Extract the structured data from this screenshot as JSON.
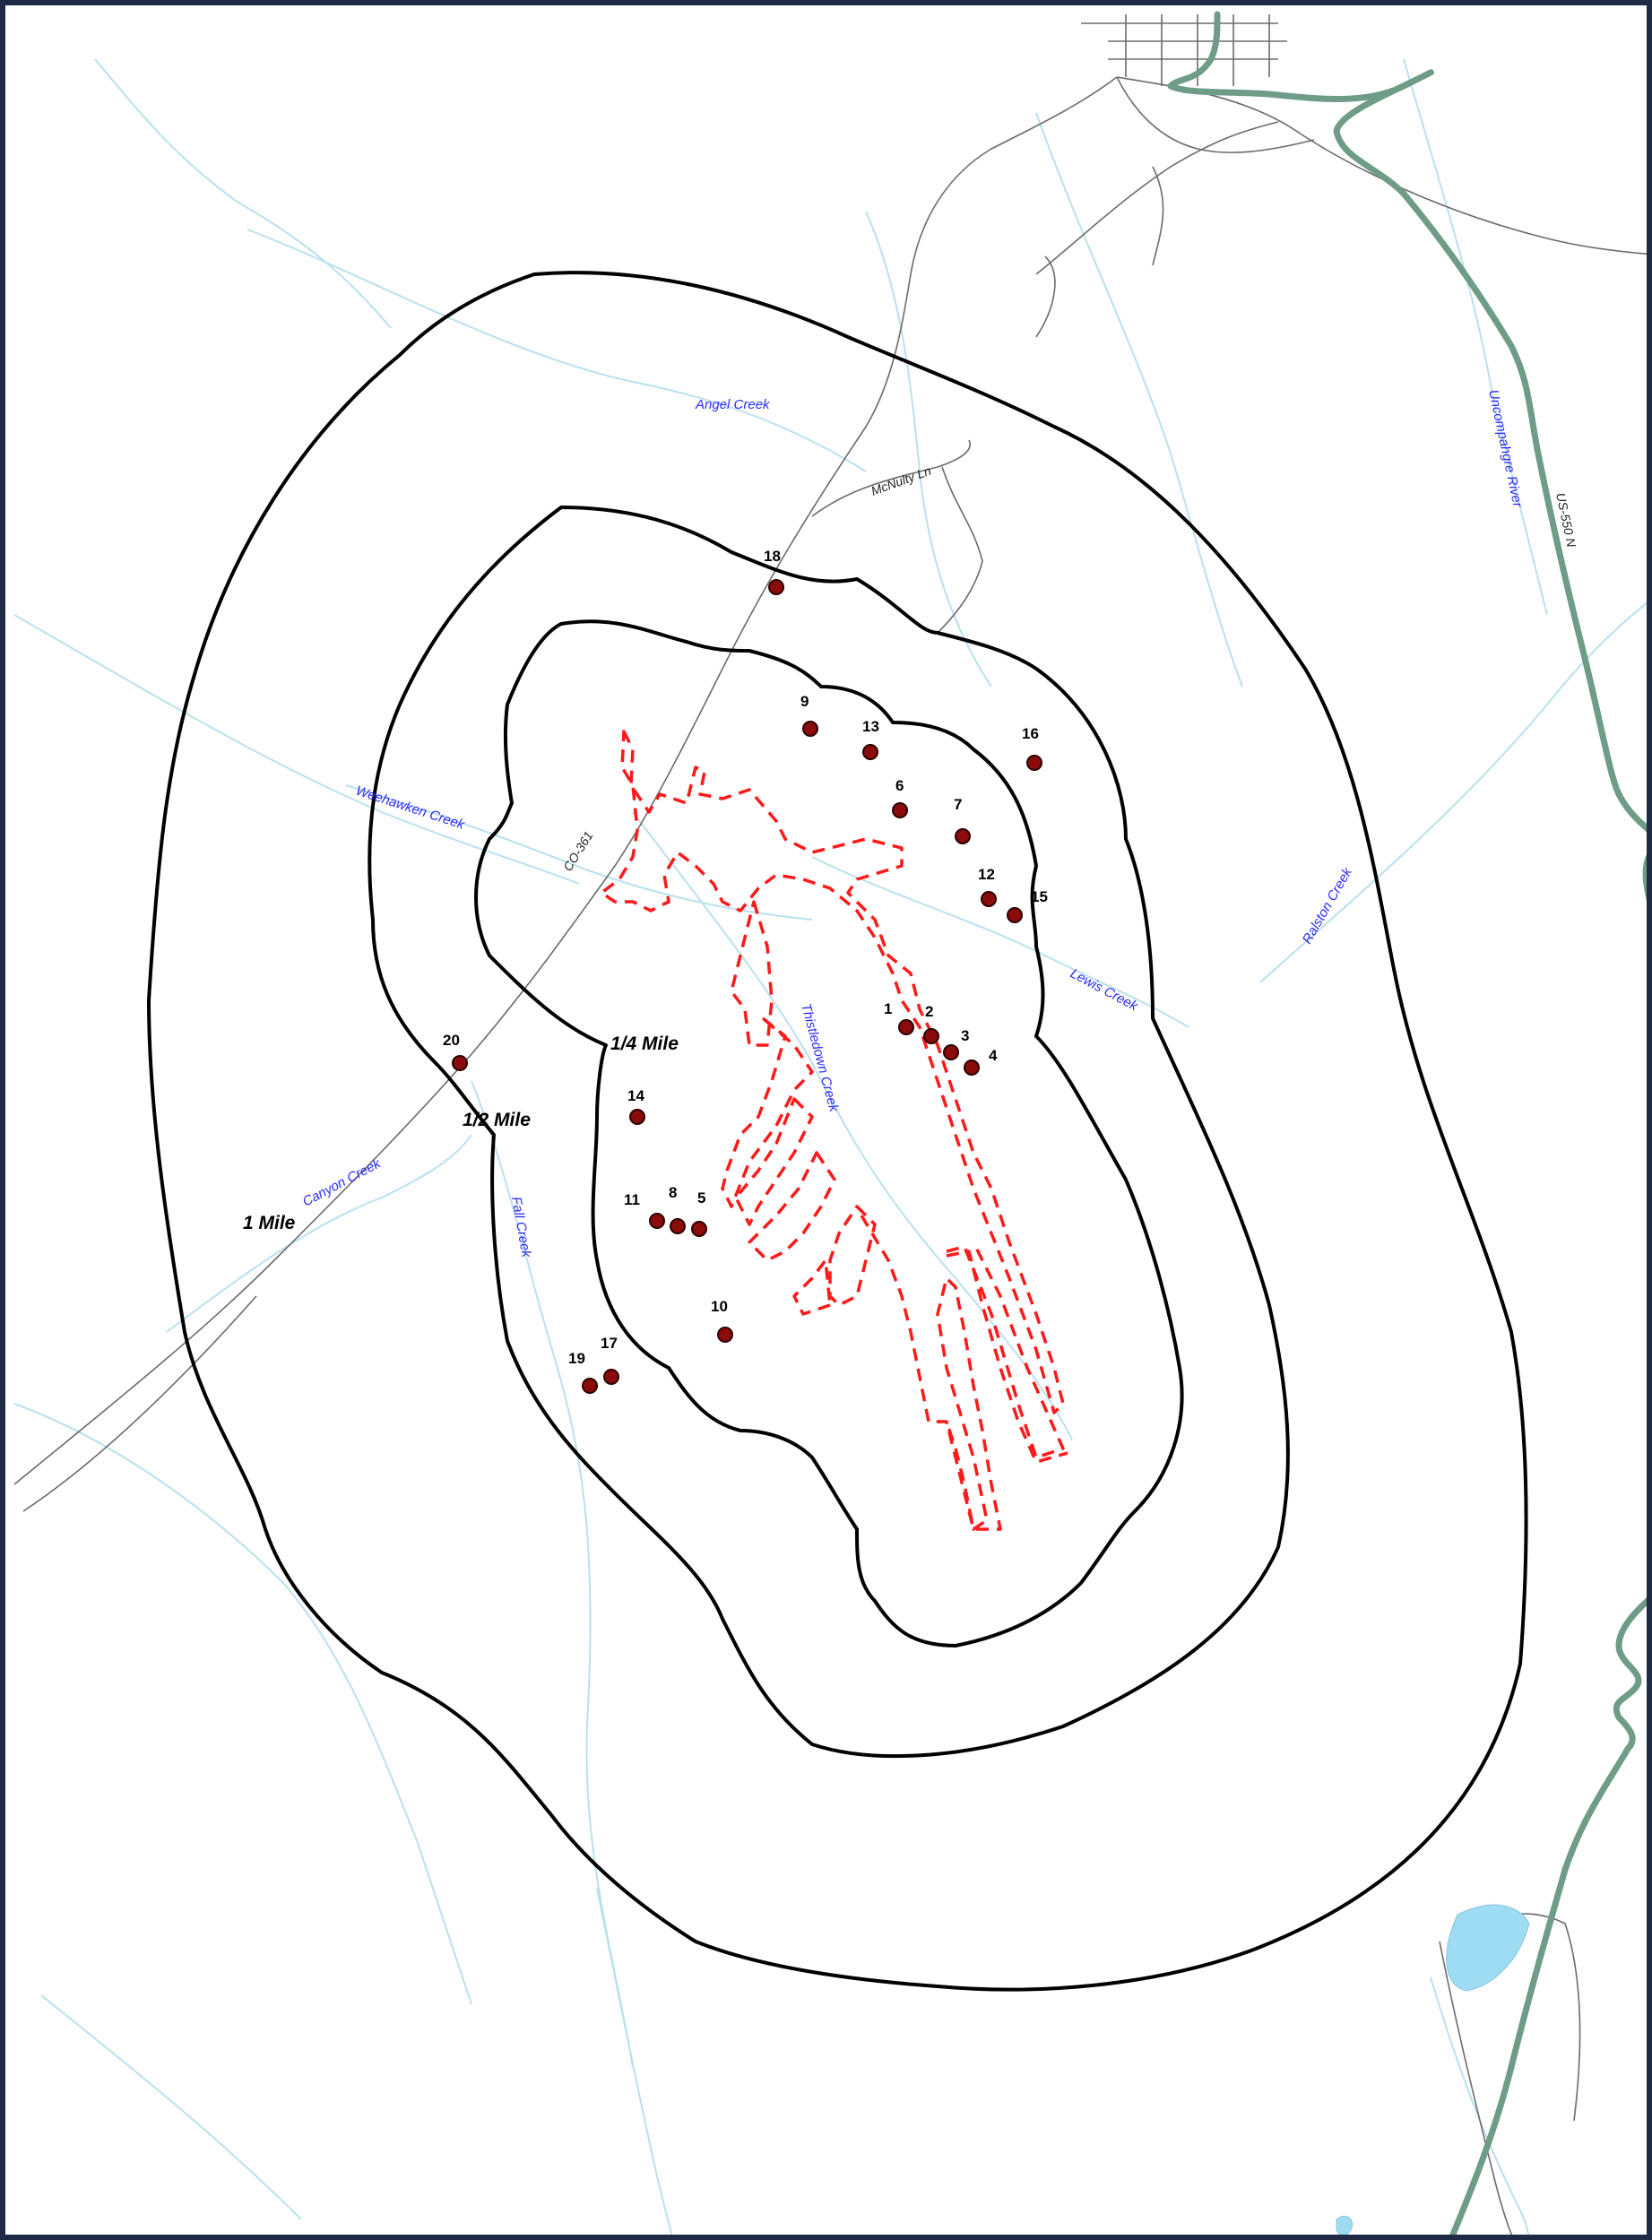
{
  "map": {
    "buffer_labels": {
      "quarter": "1/4 Mile",
      "half": "1/2 Mile",
      "one": "1 Mile"
    },
    "creeks": {
      "angel": "Angel Creek",
      "weehawken": "Weehawken Creek",
      "canyon": "Canyon Creek",
      "fall": "Fall Creek",
      "thistledown": "Thistledown Creek",
      "lewis": "Lewis Creek",
      "ralston": "Ralston Creek"
    },
    "river": "Uncompahgre River",
    "roads": {
      "mcnulty": "McNulty Ln",
      "co361": "CO-361",
      "us550": "US-550 N"
    },
    "colors": {
      "buffer": "#000000",
      "parcel": "#ff1a1a",
      "point": "#8b0a0a",
      "stream": "#b9e1ee",
      "highway": "#6e9c86",
      "creek_label": "#2a2aff"
    },
    "points": [
      {
        "id": "1",
        "label": "1"
      },
      {
        "id": "2",
        "label": "2"
      },
      {
        "id": "3",
        "label": "3"
      },
      {
        "id": "4",
        "label": "4"
      },
      {
        "id": "5",
        "label": "5"
      },
      {
        "id": "6",
        "label": "6"
      },
      {
        "id": "7",
        "label": "7"
      },
      {
        "id": "8",
        "label": "8"
      },
      {
        "id": "9",
        "label": "9"
      },
      {
        "id": "10",
        "label": "10"
      },
      {
        "id": "11",
        "label": "11"
      },
      {
        "id": "12",
        "label": "12"
      },
      {
        "id": "13",
        "label": "13"
      },
      {
        "id": "14",
        "label": "14"
      },
      {
        "id": "15",
        "label": "15"
      },
      {
        "id": "16",
        "label": "16"
      },
      {
        "id": "17",
        "label": "17"
      },
      {
        "id": "18",
        "label": "18"
      },
      {
        "id": "19",
        "label": "19"
      },
      {
        "id": "20",
        "label": "20"
      }
    ]
  }
}
